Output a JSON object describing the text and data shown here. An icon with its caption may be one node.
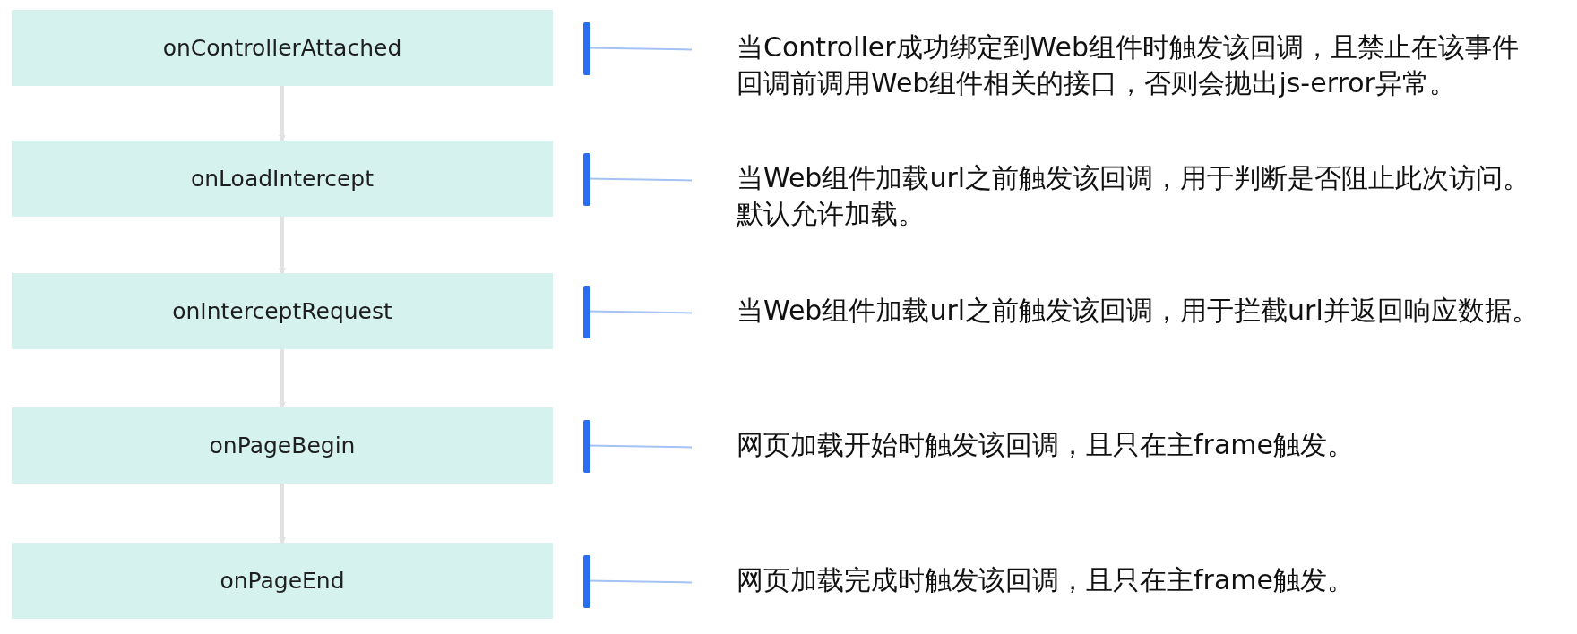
{
  "diagram": {
    "nodes": [
      {
        "text": [
          "onControllerAttached"
        ]
      },
      {
        "text": [
          "onLoadIntercept"
        ]
      },
      {
        "text": [
          "onInterceptRequest"
        ]
      },
      {
        "text": [
          "onPageBegin"
        ]
      },
      {
        "text": [
          "onPageEnd"
        ]
      }
    ],
    "edges": [
      {
        "from": 0,
        "to": 1,
        "arrow": "to"
      },
      {
        "from": 1,
        "to": 2,
        "arrow": "to"
      },
      {
        "from": 2,
        "to": 3,
        "arrow": "to"
      },
      {
        "from": 3,
        "to": 4,
        "arrow": "to"
      }
    ],
    "labels": [
      "当Controller成功绑定到Web组件时触发该回调，且禁止在该事件回调前调用Web组件相关的接口，否则会抛出js-error异常。",
      "当Web组件加载url之前触发该回调，用于判断是否阻止此次访问。默认允许加载。",
      "当Web组件加载url之前触发该回调，用于拦截url并返回响应数据。",
      "网页加载开始时触发该回调，且只在主frame触发。",
      "网页加载完成时触发该回调，且只在主frame触发。"
    ]
  }
}
